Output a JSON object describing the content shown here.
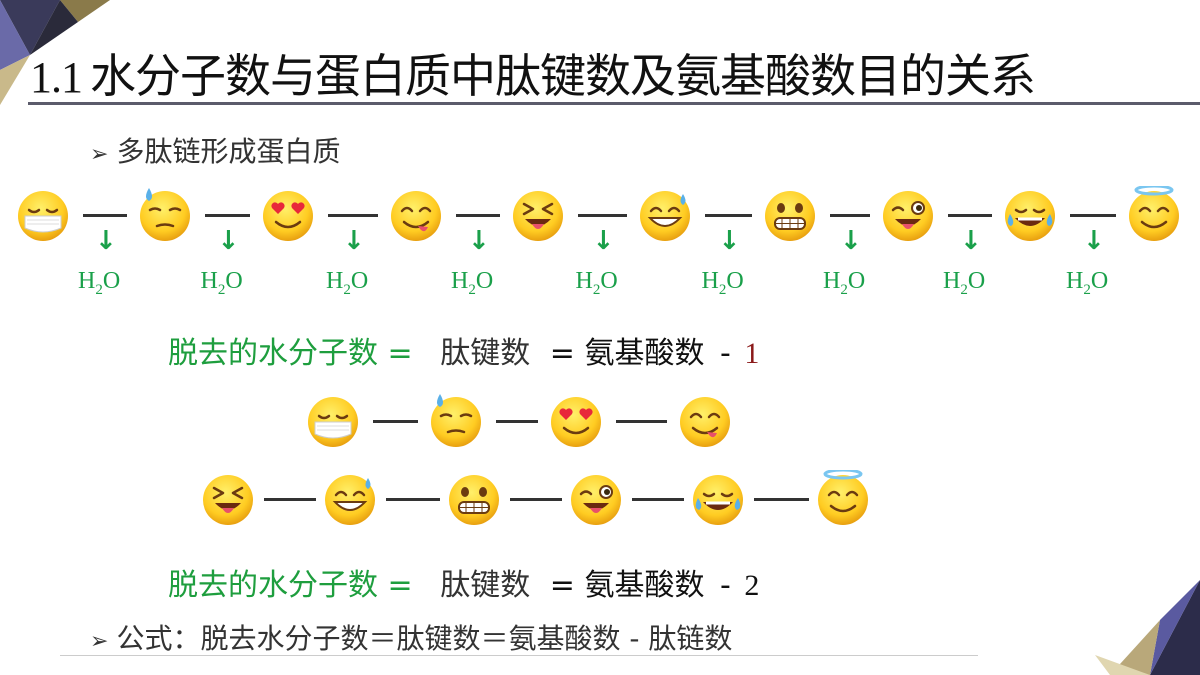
{
  "title": {
    "number": "1.1",
    "text": "水分子数与蛋白质中肽键数及氨基酸数目的关系"
  },
  "bullet1": "多肽链形成蛋白质",
  "chain_emojis": [
    "mask-emoji",
    "sweat-emoji",
    "heart-eyes-emoji",
    "yum-emoji",
    "squint-tongue-emoji",
    "grin-sweat-emoji",
    "grimace-emoji",
    "wink-tongue-emoji",
    "joy-emoji",
    "halo-emoji"
  ],
  "water": {
    "base": "H",
    "sub": "2",
    "tail": "O"
  },
  "eq1": {
    "lhs": "脱去的水分子数",
    "eq": "=",
    "mid": "肽键数",
    "eq2": "=",
    "rhs": "氨基酸数",
    "minus": "-",
    "n": "1"
  },
  "eq2": {
    "lhs": "脱去的水分子数",
    "eq": "=",
    "mid": "肽键数",
    "eq2": "=",
    "rhs": "氨基酸数",
    "minus": "-",
    "n": "2"
  },
  "bullet2": "公式：脱去水分子数＝肽键数＝氨基酸数 - 肽链数",
  "colors": {
    "green": "#1e9e3e",
    "red": "#8b1a1a",
    "arrow": "#1aa04a"
  }
}
